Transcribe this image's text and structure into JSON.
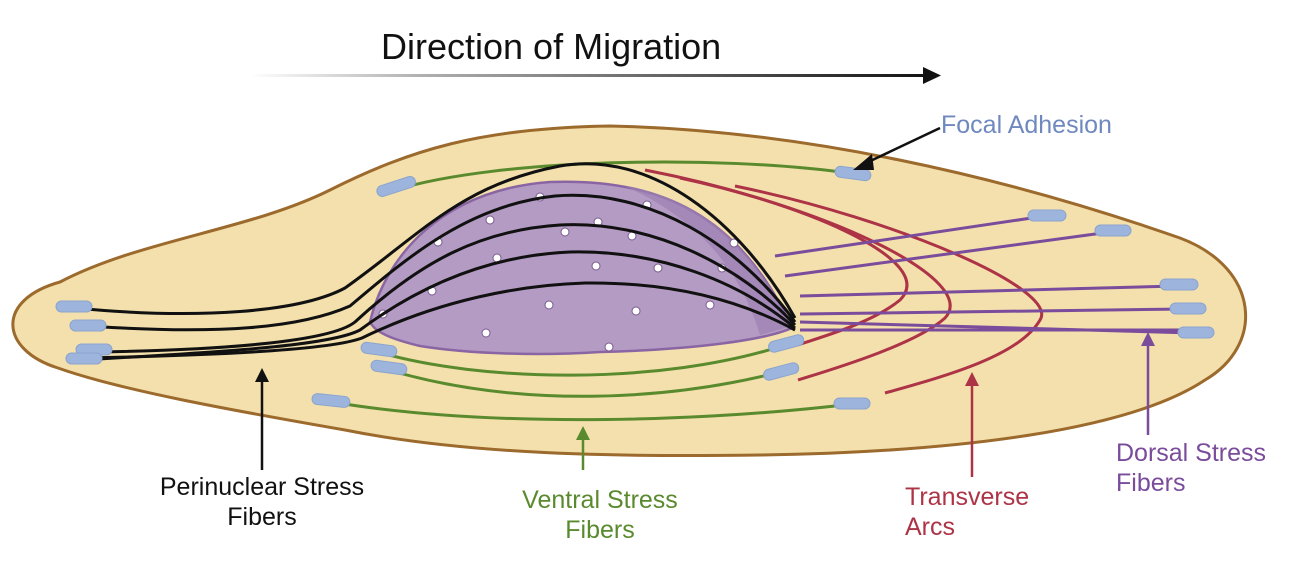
{
  "title": "Direction of Migration",
  "labels": {
    "focal_adhesion": "Focal Adhesion",
    "perinuclear_line1": "Perinuclear Stress",
    "perinuclear_line2": "Fibers",
    "ventral_line1": "Ventral Stress",
    "ventral_line2": "Fibers",
    "transverse_line1": "Transverse",
    "transverse_line2": "Arcs",
    "dorsal_line1": "Dorsal Stress",
    "dorsal_line2": "Fibers"
  },
  "colors": {
    "cell_fill": "#f3e0ad",
    "cell_outline": "#9c6a2c",
    "nucleus_fill": "#b49bc4",
    "nucleus_outline": "#8a65a3",
    "focal_adhesion": "#6f88bf",
    "adhesion_plaque": "#9db5dd",
    "perinuclear": "#111111",
    "ventral": "#5a8a2e",
    "transverse": "#ad3346",
    "dorsal": "#7a4c9b"
  }
}
